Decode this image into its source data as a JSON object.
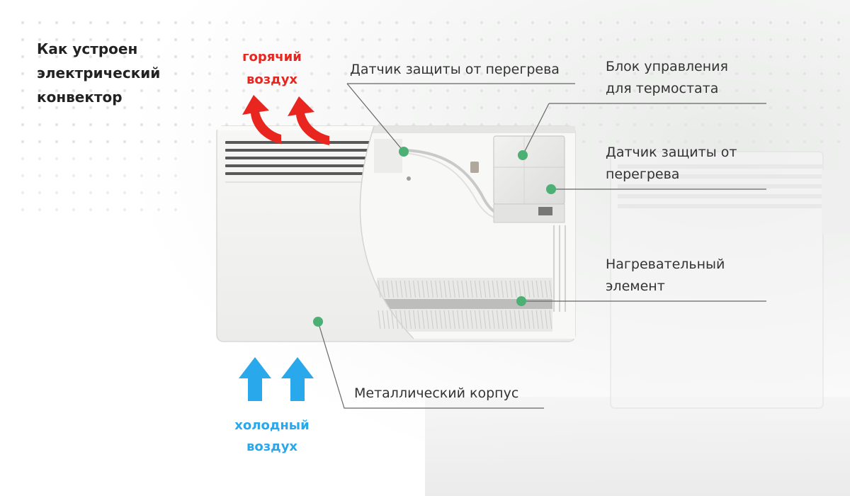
{
  "title": {
    "line1": "Как устроен",
    "line2": "электрический",
    "line3": "конвектор"
  },
  "hot_air": {
    "line1": "горячий",
    "line2": "воздух",
    "color": "#e8261f"
  },
  "cold_air": {
    "line1": "холодный",
    "line2": "воздух",
    "color": "#29a8eb"
  },
  "callouts": {
    "sensor_top": "Датчик защиты от перегрева",
    "control_block": {
      "line1": "Блок управления",
      "line2": "для термостата"
    },
    "sensor_side": {
      "line1": "Датчик защиты от",
      "line2": "перегрева"
    },
    "heating_element": {
      "line1": "Нагревательный",
      "line2": "элемент"
    },
    "housing": "Металлический корпус"
  },
  "colors": {
    "marker": "#4caf73",
    "leader": "#666666",
    "housing": "#f3f3f1"
  },
  "icons": {
    "hot_arrow": "curved-up-arrow-icon",
    "cold_arrow": "up-arrow-icon"
  }
}
